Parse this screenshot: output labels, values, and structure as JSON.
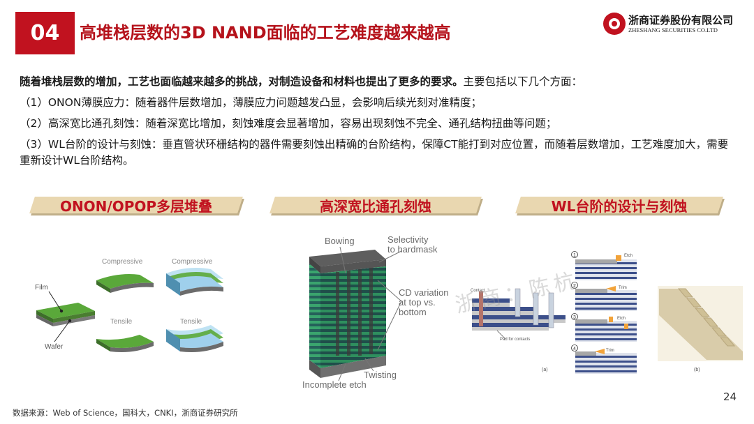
{
  "header": {
    "section_number": "04",
    "title": "高堆栈层数的3D NAND面临的工艺难度越来越高",
    "logo_cn": "浙商证券股份有限公司",
    "logo_en": "ZHESHANG SECURITIES CO.LTD"
  },
  "body": {
    "intro_bold": "随着堆栈层数的增加，工艺也面临越来越多的挑战，对制造设备和材料也提出了更多的要求。",
    "intro_rest": "主要包括以下几个方面：",
    "points": [
      "（1）ONON薄膜应力：随着器件层数增加，薄膜应力问题越发凸显，会影响后续光刻对准精度；",
      "（2）高深宽比通孔刻蚀：随着深宽比增加，刻蚀难度会显著增加，容易出现刻蚀不完全、通孔结构扭曲等问题；",
      "（3）WL台阶的设计与刻蚀：垂直管状环栅结构的器件需要刻蚀出精确的台阶结构，保障CT能打到对应位置，而随着层数增加，工艺难度加大，需要重新设计WL台阶结构。"
    ]
  },
  "banners": [
    "ONON/OPOP多层堆叠",
    "高深宽比通孔刻蚀",
    "WL台阶的设计与刻蚀"
  ],
  "film_panel": {
    "film": "Film",
    "wafer": "Wafer",
    "compressive_1": "Compressive",
    "compressive_2": "Compressive",
    "tensile_1": "Tensile",
    "tensile_2": "Tensile"
  },
  "etch_panel": {
    "bowing": "Bowing",
    "selectivity_1": "Selectivity",
    "selectivity_2": "to hardmask",
    "cd_1": "CD variation",
    "cd_2": "at top vs.",
    "cd_3": "bottom",
    "twisting": "Twisting",
    "incomplete": "Incomplete etch"
  },
  "stair_panel": {
    "contact": "Contact",
    "pad": "Pad for contacts",
    "steps": [
      "1",
      "2",
      "3",
      "4"
    ],
    "step_ops": [
      "Etch",
      "Trim",
      "Etch",
      "Trim"
    ],
    "label_a": "(a)",
    "label_b": "(b)"
  },
  "watermark": "浙商：陈杭",
  "footer": {
    "source": "数据来源：Web of Science，国科大，CNKI，浙商证券研究所",
    "page": "24"
  },
  "colors": {
    "brand_red": "#c1121f",
    "banner_bg": "#e9d7b0"
  }
}
